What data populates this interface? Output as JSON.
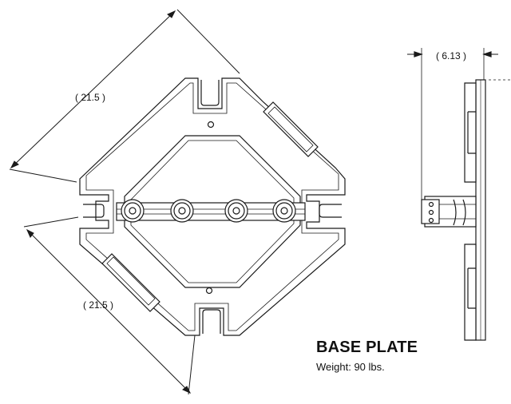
{
  "dimensions": {
    "top_left_diagonal": "( 21.5 )",
    "bottom_left_diagonal": "( 21.5 )",
    "side_view_width": "( 6.13 )"
  },
  "title_block": {
    "title": "BASE PLATE",
    "weight": "Weight: 90 lbs."
  },
  "colors": {
    "line": "#1a1a1a",
    "background": "#ffffff"
  }
}
